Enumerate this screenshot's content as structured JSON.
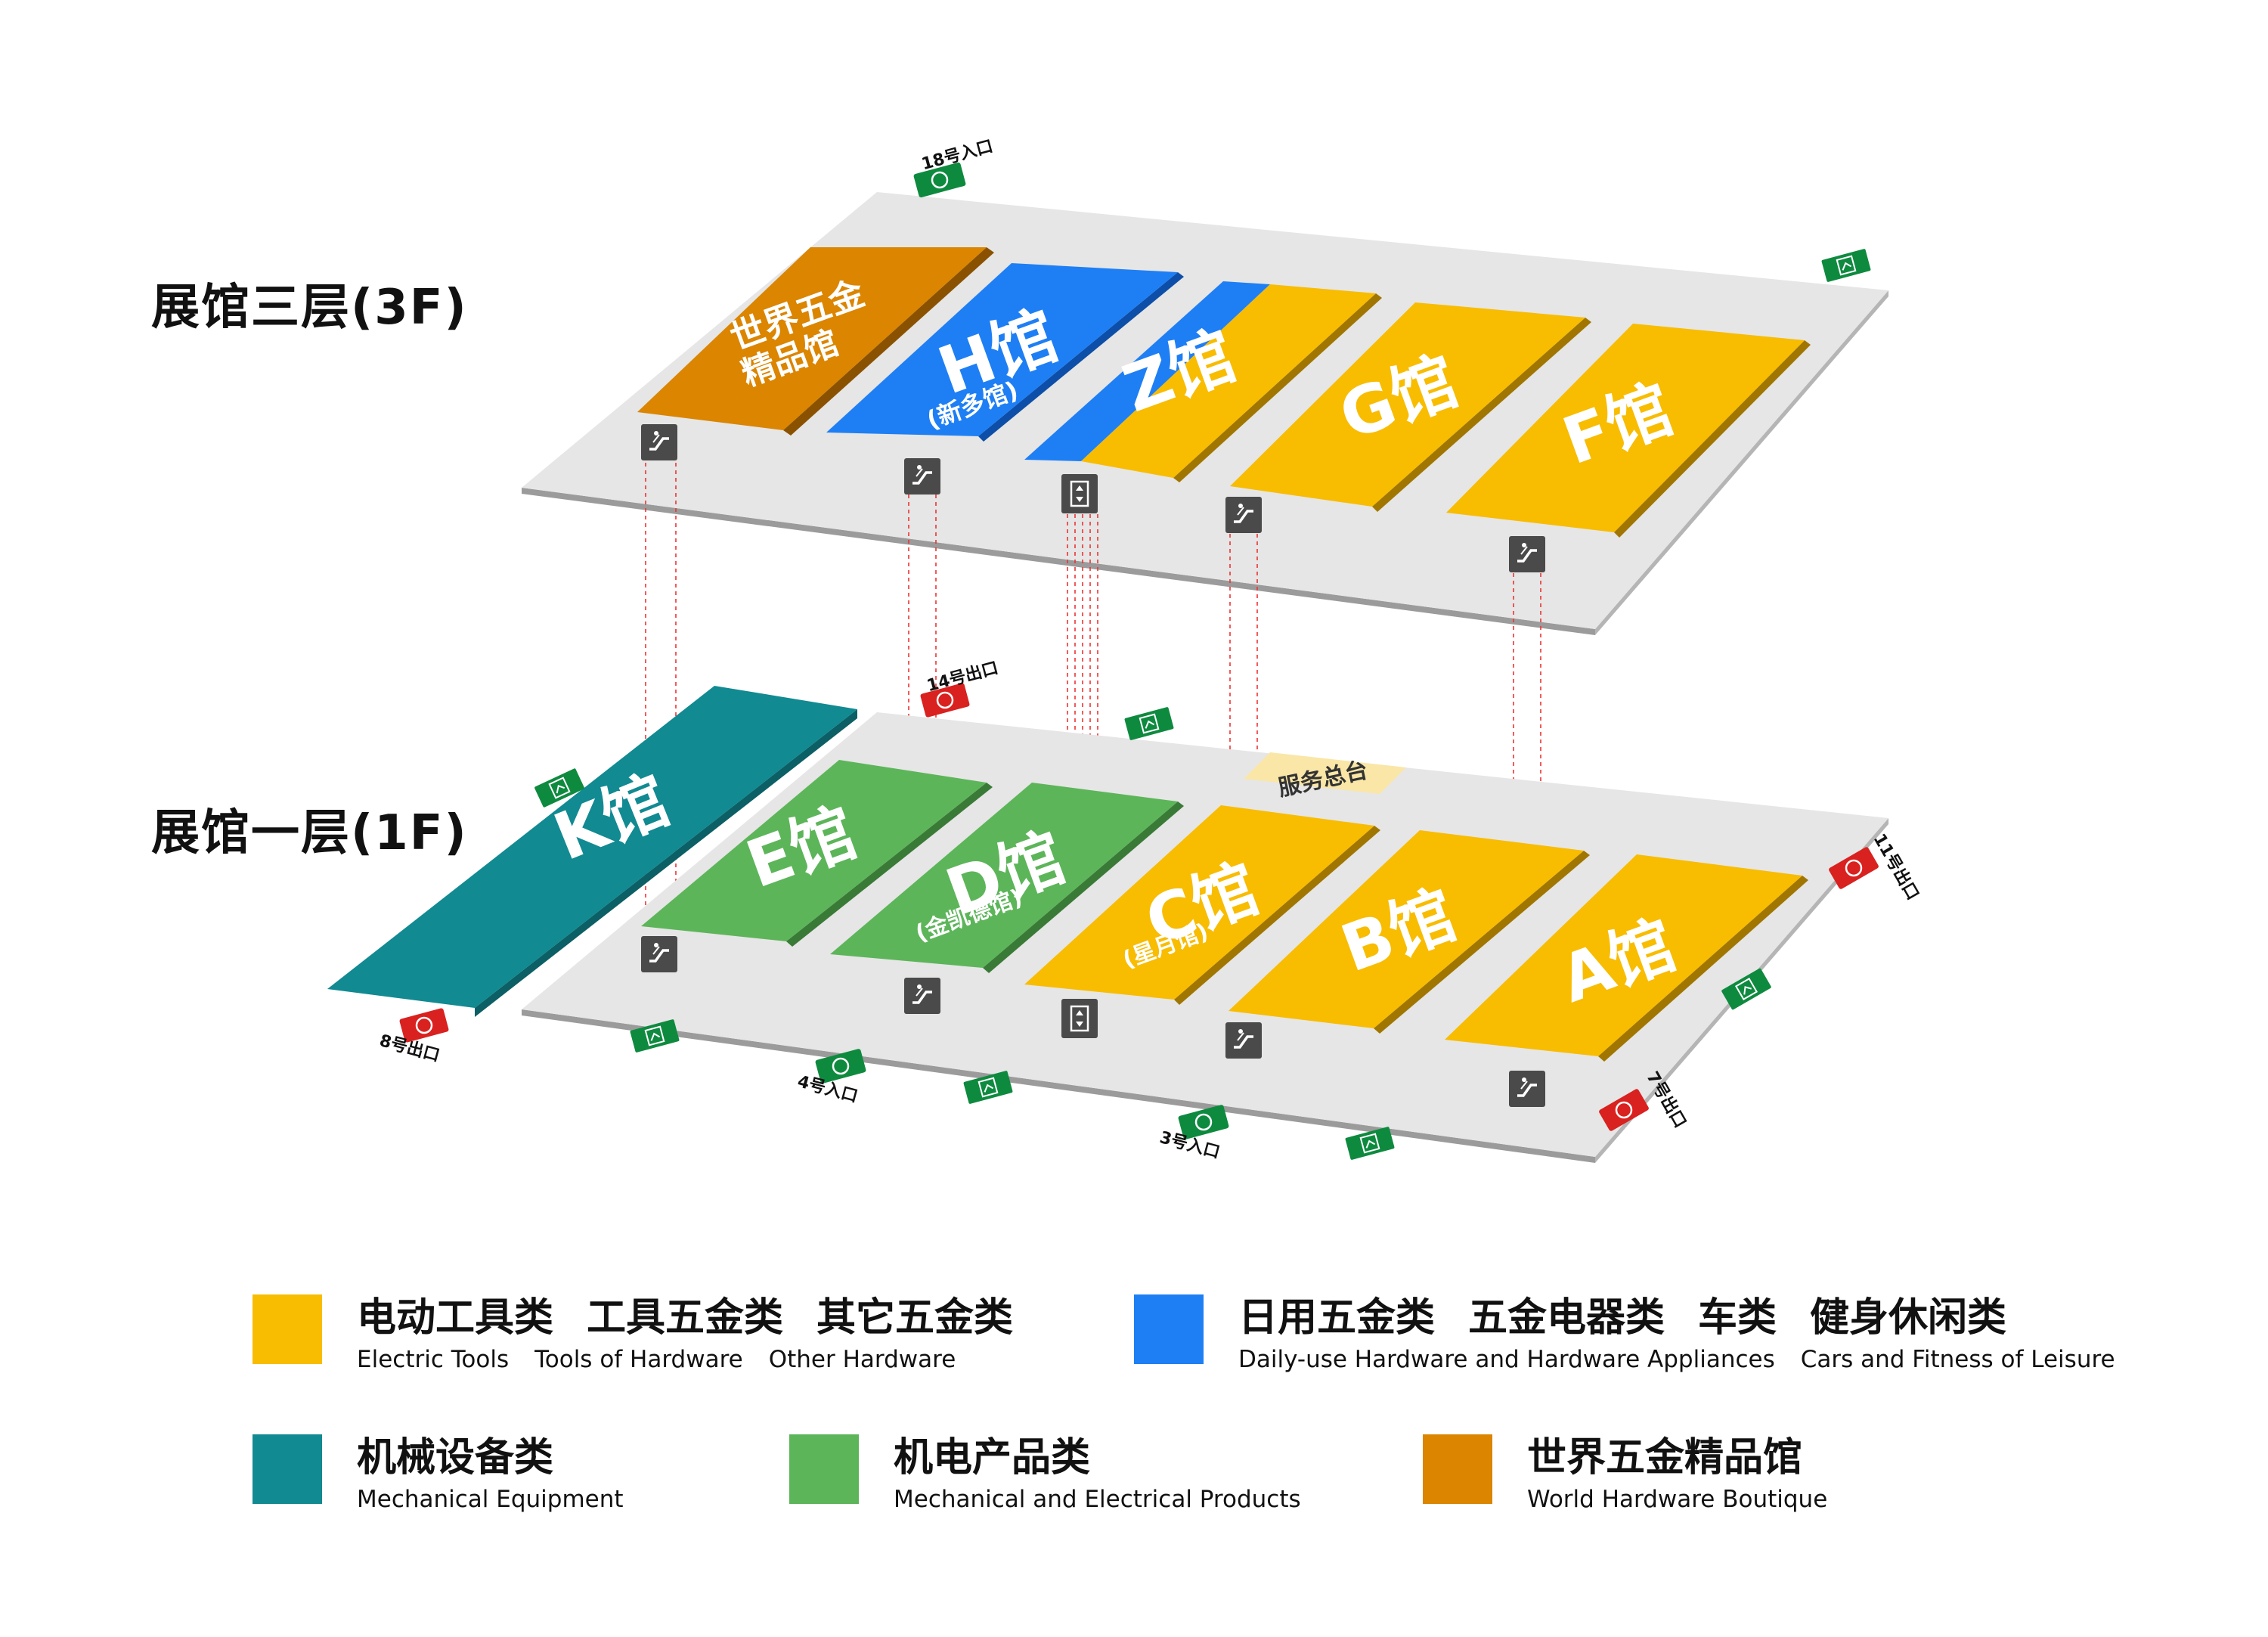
{
  "floors": {
    "third": "展馆三层(3F)",
    "first": "展馆一层(1F)"
  },
  "colors": {
    "yellow": "#F8BC00",
    "blue": "#1E7FF5",
    "teal": "#118A92",
    "green": "#5DB55A",
    "orange": "#DB8500",
    "plate": "#E6E6E6",
    "exit_red": "#D9211F",
    "entry_green": "#0E8A3F"
  },
  "halls_3f": [
    {
      "id": "world",
      "label": "世界五金",
      "label2": "精品馆",
      "color": "orange"
    },
    {
      "id": "h",
      "label": "H馆",
      "label2": "(新多馆)",
      "color": "blue"
    },
    {
      "id": "z",
      "label": "Z馆",
      "label2": "",
      "color": "yellow"
    },
    {
      "id": "g",
      "label": "G馆",
      "label2": "",
      "color": "yellow"
    },
    {
      "id": "f",
      "label": "F馆",
      "label2": "",
      "color": "yellow"
    }
  ],
  "halls_1f": [
    {
      "id": "k",
      "label": "K馆",
      "label2": "",
      "color": "teal"
    },
    {
      "id": "e",
      "label": "E馆",
      "label2": "",
      "color": "green"
    },
    {
      "id": "d",
      "label": "D馆",
      "label2": "(金凯德馆)",
      "color": "green"
    },
    {
      "id": "c",
      "label": "C馆",
      "label2": "(星月馆)",
      "color": "yellow"
    },
    {
      "id": "b",
      "label": "B馆",
      "label2": "",
      "color": "yellow"
    },
    {
      "id": "a",
      "label": "A馆",
      "label2": "",
      "color": "yellow"
    }
  ],
  "service_desk": "服务总台",
  "gates": {
    "entry18": "18号入口",
    "exit14": "14号出口",
    "exit8": "8号出口",
    "entry4": "4号入口",
    "entry3": "3号入口",
    "exit7": "7号出口",
    "exit11": "11号出口"
  },
  "legend": [
    {
      "color": "yellow",
      "cn": [
        "电动工具类",
        "工具五金类",
        "其它五金类"
      ],
      "en": [
        "Electric Tools",
        "Tools of Hardware",
        "Other Hardware"
      ]
    },
    {
      "color": "blue",
      "cn": [
        "日用五金类",
        "五金电器类",
        "车类",
        "健身休闲类"
      ],
      "en": [
        "Daily-use Hardware and Hardware Appliances",
        "Cars and Fitness of Leisure"
      ]
    },
    {
      "color": "teal",
      "cn": [
        "机械设备类"
      ],
      "en": [
        "Mechanical Equipment"
      ]
    },
    {
      "color": "green",
      "cn": [
        "机电产品类"
      ],
      "en": [
        "Mechanical and Electrical Products"
      ]
    },
    {
      "color": "orange",
      "cn": [
        "世界五金精品馆"
      ],
      "en": [
        "World Hardware Boutique"
      ]
    }
  ]
}
